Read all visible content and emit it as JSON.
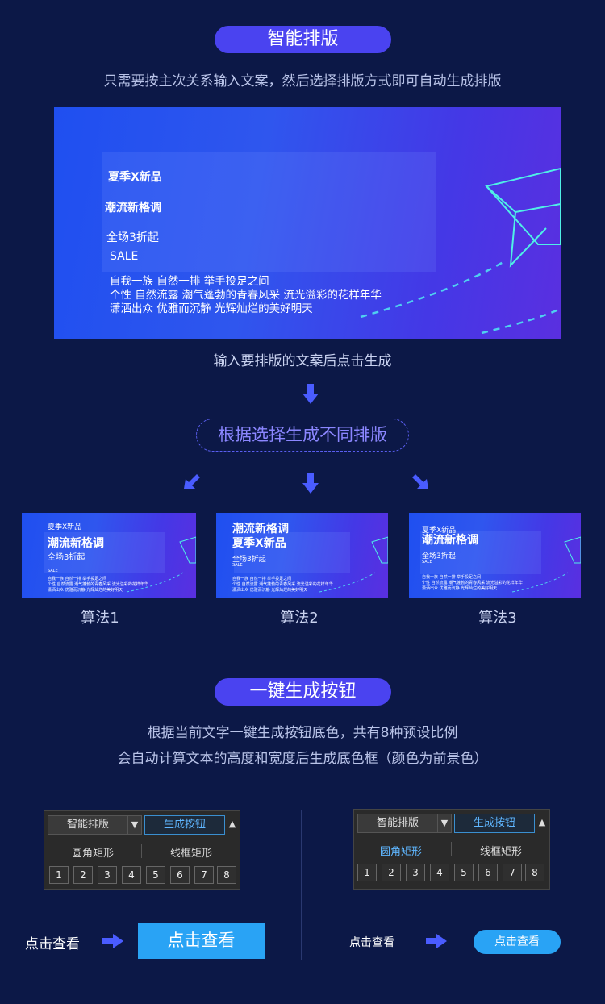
{
  "section1": {
    "title": "智能排版",
    "subtitle": "只需要按主次关系输入文案，然后选择排版方式即可自动生成排版",
    "banner": {
      "line1": "夏季X新品",
      "line2": "潮流新格调",
      "line3": "全场3折起",
      "line4": "SALE",
      "line5": "自我一族 自然一排 举手投足之间",
      "line6": "个性 自然流露 潮气蓬勃的青春风采 流光溢彩的花样年华",
      "line7": "潇洒出众 优雅而沉静 光辉灿烂的美好明天"
    },
    "caption": "输入要排版的文案后点击生成",
    "choose_label": "根据选择生成不同排版",
    "algorithms": [
      {
        "label": "算法1",
        "t1": "夏季X新品",
        "t2": "潮流新格调",
        "t3": "全场3折起",
        "t4": "SALE",
        "t5": "自我一族 自然一排 举手投足之间",
        "t6": "个性 自然流露 潮气蓬勃的青春风采 流光溢彩的花样年华",
        "t7": "潇洒出众 优雅而沉静 光辉灿烂的美好明天"
      },
      {
        "label": "算法2",
        "t1": "潮流新格调",
        "t2": "夏季X新品",
        "t3": "全场3折起",
        "t4": "SALE",
        "t5": "自我一族 自然一排 举手投足之间",
        "t6": "个性 自然流露 潮气蓬勃的青春风采 流光溢彩的花样年华",
        "t7": "潇洒出众 优雅而沉静 光辉灿烂的美好明天"
      },
      {
        "label": "算法3",
        "t1": "夏季X新品",
        "t2": "潮流新格调",
        "t3": "全场3折起",
        "t4": "SALE",
        "t5": "自我一族 自然一排 举手投足之间",
        "t6": "个性 自然流露 潮气蓬勃的青春风采 流光溢彩的花样年华",
        "t7": "潇洒出众 优雅而沉静 光辉灿烂的美好明天"
      }
    ]
  },
  "section2": {
    "title": "一键生成按钮",
    "desc1": "根据当前文字一键生成按钮底色，共有8种预设比例",
    "desc2": "会自动计算文本的高度和宽度后生成底色框（颜色为前景色）",
    "panels": [
      {
        "select": "智能排版",
        "generate": "生成按钮",
        "opt_rounded": "圆角矩形",
        "opt_outline": "线框矩形",
        "numbers": [
          "1",
          "2",
          "3",
          "4",
          "5",
          "6",
          "7",
          "8"
        ],
        "click_label": "点击查看",
        "button_text": "点击查看"
      },
      {
        "select": "智能排版",
        "generate": "生成按钮",
        "opt_rounded": "圆角矩形",
        "opt_outline": "线框矩形",
        "numbers": [
          "1",
          "2",
          "3",
          "4",
          "5",
          "6",
          "7",
          "8"
        ],
        "click_label": "点击查看",
        "button_text": "点击查看"
      }
    ]
  },
  "colors": {
    "background": "#0c1847",
    "accent": "#4a43f0",
    "button_blue": "#29a3f5",
    "generate_text": "#5fb6ff"
  }
}
